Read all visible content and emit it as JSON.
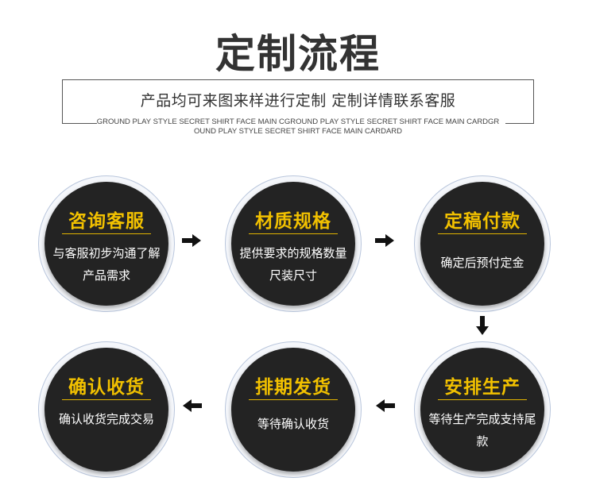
{
  "header": {
    "title": "定制流程",
    "subtitle": "产品均可来图来样进行定制  定制详情联系客服",
    "english_text": "GROUND PLAY STYLE SECRET SHIRT FACE MAIN CGROUND PLAY STYLE SECRET SHIRT FACE MAIN CARDGR OUND PLAY STYLE SECRET SHIRT FACE MAIN CARDARD"
  },
  "steps": [
    {
      "title": "咨询客服",
      "desc": "与客服初步沟通了解产品需求"
    },
    {
      "title": "材质规格",
      "desc": "提供要求的规格数量尺装尺寸"
    },
    {
      "title": "定稿付款",
      "desc": "确定后预付定金"
    },
    {
      "title": "安排生产",
      "desc": "等待生产完成支持尾款"
    },
    {
      "title": "排期发货",
      "desc": "等待确认收货"
    },
    {
      "title": "确认收货",
      "desc": "确认收货完成交易"
    }
  ],
  "colors": {
    "circle_bg": "#232323",
    "step_title": "#f2c100",
    "step_desc": "#ffffff",
    "arrow": "#111111"
  },
  "icons": {
    "arrow_right": "arrow-right-icon",
    "arrow_down": "arrow-down-icon",
    "arrow_left": "arrow-left-icon"
  }
}
